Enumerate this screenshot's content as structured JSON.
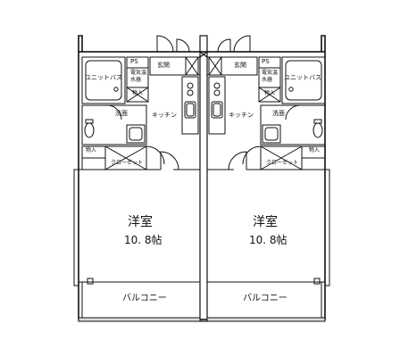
{
  "units": {
    "left": {
      "ps": "PS",
      "entrance": "玄関",
      "unit_bath": "ユニットバス",
      "water_heater_line1": "電気温",
      "water_heater_line2": "水器",
      "storage": "物入",
      "washroom": "洗面",
      "kitchen": "キッチン",
      "storage2": "物入",
      "closet": "クローゼット",
      "western_room": "洋室",
      "room_size": "10. 8帖",
      "balcony": "バルコニー"
    },
    "right": {
      "ps": "PS",
      "entrance": "玄関",
      "unit_bath": "ユニットバス",
      "water_heater_line1": "電気温",
      "water_heater_line2": "水器",
      "storage": "物入",
      "washroom": "洗面",
      "kitchen": "キッチン",
      "storage2": "物入",
      "closet": "クローゼット",
      "western_room": "洋室",
      "room_size": "10. 8帖",
      "balcony": "バルコニー"
    }
  }
}
